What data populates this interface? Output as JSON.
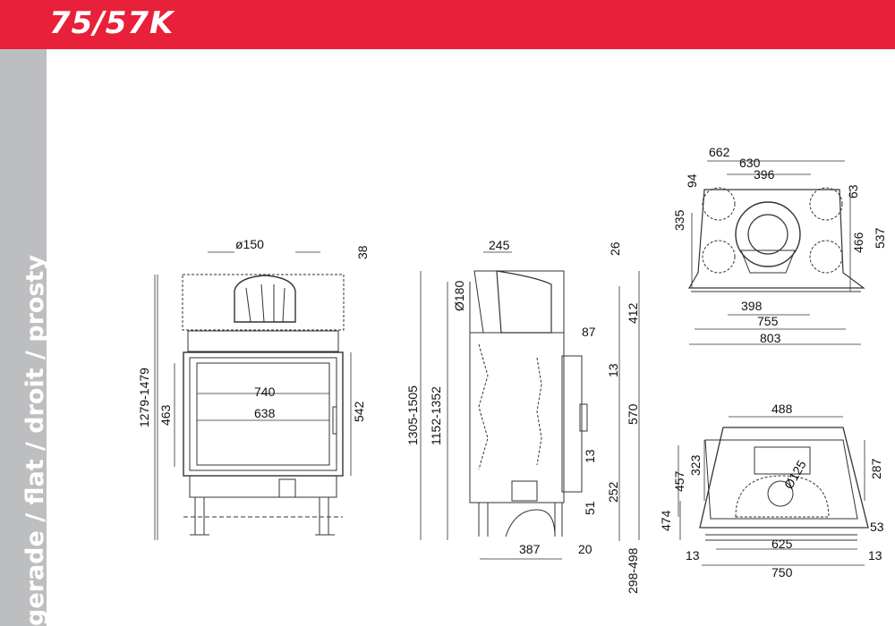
{
  "header": {
    "title": "75/57K",
    "color": "#e8203a"
  },
  "sidebar": {
    "text": "gerade / flat / droit / prosty",
    "color": "#bdbec0"
  },
  "front_view": {
    "flue": "ø150",
    "top": "38",
    "total_height": "1279-1479",
    "frame_height": "463",
    "glass_height": "542",
    "outer_width": "740",
    "inner_width": "638"
  },
  "side_view": {
    "depth_top": "245",
    "top_offset": "26",
    "flue": "Ø180",
    "h1": "1305-1505",
    "h2": "1152-1352",
    "d412": "412",
    "d87": "87",
    "d13a": "13",
    "d570": "570",
    "d13b": "13",
    "d252": "252",
    "d51": "51",
    "d387": "387",
    "d20": "20",
    "legs": "298-498"
  },
  "top_view": {
    "w662": "662",
    "w630": "630",
    "w396": "396",
    "d94": "94",
    "d63": "63",
    "d335": "335",
    "d466": "466",
    "d537": "537",
    "w398": "398",
    "w755": "755",
    "w803": "803"
  },
  "plan_view": {
    "w488": "488",
    "d323": "323",
    "d287": "287",
    "d457": "457",
    "d474": "474",
    "d53": "53",
    "d13l": "13",
    "w625": "625",
    "d13r": "13",
    "w750": "750",
    "flue": "Ø125"
  }
}
